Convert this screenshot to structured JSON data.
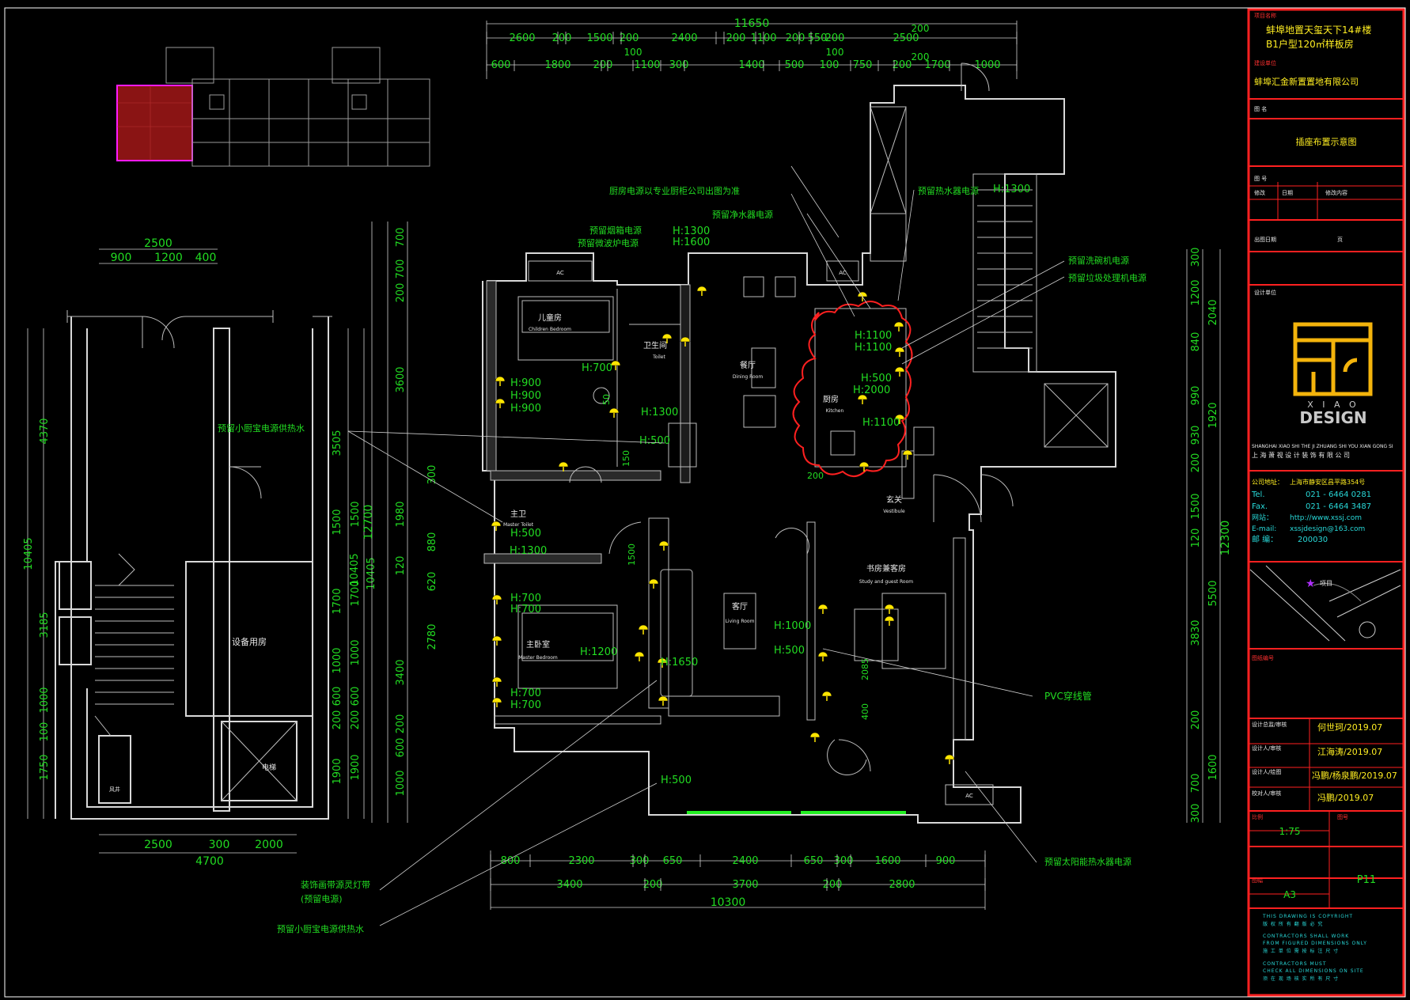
{
  "colors": {
    "background": "#000000",
    "dimension_text": "#22dd22",
    "annotation_text": "#22dd22",
    "title_block_border": "#ff2020",
    "socket_symbol": "#ffe600",
    "logo": "#f4b40c"
  },
  "title_block": {
    "project_label": "项目名称",
    "project_line1": "蚌埠地置天玺天下14#楼",
    "project_line2": "B1户型120㎡样板房",
    "client_label": "建设单位",
    "client_name": "蚌埠汇金新置置地有限公司",
    "drawing_title_label": "图  名",
    "drawing_title": "插座布置示意图",
    "sheet_info_label": "图  号",
    "revision_header1": "修改",
    "revision_header2": "日期",
    "revision_header3": "修改内容",
    "date_label": "出图日期",
    "page_label": "页",
    "designer_label": "设计单位",
    "logo_xiao": "X I A O",
    "logo_design": "DESIGN",
    "company_en": "SHANGHAI XIAO SHI THE JI ZHUANG SHI YOU XIAN GONG SI",
    "company_cn": "上 海 萧 视 设 计 装 饰 有 限 公 司",
    "address_label": "公司地址：",
    "address": "上海市静安区昌平路354号",
    "tel_label": "Tel.",
    "tel": "021 - 6464 0281",
    "fax_label": "Fax.",
    "fax": "021 - 6464 3487",
    "web_label": "网站：",
    "web": "http://www.xssj.com",
    "email_label": "E-mail:",
    "email": "xssjdesign@163.com",
    "postcode_label": "邮  编：",
    "postcode": "200030",
    "map_label": "项目",
    "legend_label": "图纸编号",
    "design_director_label": "设计总监/审核",
    "design_director": "何世珂/2019.07",
    "designer2_label": "设计人/审核",
    "designer2": "江海涛/2019.07",
    "drafter_label": "设计人/绘图",
    "drafter": "冯鹏/杨泉鹏/2019.07",
    "checker_label": "校对人/审核",
    "checker": "冯鹏/2019.07",
    "scale_label": "比例",
    "scale": "1:75",
    "sheet_no_label": "图号",
    "sheet_no": "P11",
    "size_label": "图幅",
    "size": "A3",
    "copyright_en1": "THIS DRAWING IS COPYRIGHT",
    "copyright_cn1": "版 权 所 有 翻 版 必 究",
    "copyright_en2": "CONTRACTORS SHALL WORK",
    "copyright_en3": "FROM FIGURED DIMENSIONS ONLY",
    "copyright_cn2": "施 工 单 位 需 按 标 注 尺 寸",
    "copyright_en4": "CONTRACTORS MUST",
    "copyright_en5": "CHECK ALL DIMENSIONS ON SITE",
    "copyright_cn3": "须 在 现 场 核 实 所 有 尺 寸"
  },
  "main_plan": {
    "dims_top": {
      "overall": "11650",
      "row1": [
        "2600",
        "200",
        "1500",
        "200",
        "2400",
        "200",
        "1100",
        "200",
        "550",
        "200",
        "2500"
      ],
      "row2": [
        "600",
        "1800",
        "200",
        "1100",
        "300",
        "1400",
        "500",
        "100",
        "750",
        "200",
        "1700",
        "1000"
      ],
      "extra": [
        "100",
        "200",
        "200",
        "100"
      ]
    },
    "dims_bottom": {
      "overall": "10300",
      "row1": [
        "800",
        "2300",
        "300",
        "650",
        "2400",
        "650",
        "300",
        "1600",
        "900"
      ],
      "row2": [
        "3400",
        "200",
        "3700",
        "200",
        "2800"
      ]
    },
    "dims_left": {
      "overall": "12700",
      "sub": "10405",
      "row1": [
        "700",
        "700",
        "200",
        "3600",
        "3505",
        "300",
        "1980",
        "880",
        "120",
        "620",
        "2780",
        "3400",
        "200",
        "600",
        "1000"
      ],
      "row2": [
        "1500",
        "1700",
        "1000",
        "600",
        "200",
        "1900"
      ]
    },
    "dims_right": {
      "overall": "12300",
      "row1": [
        "300",
        "1200",
        "840",
        "990",
        "930",
        "200",
        "1500",
        "120",
        "3830",
        "200",
        "700",
        "300"
      ],
      "row2": [
        "2040",
        "1920",
        "5500",
        "1600"
      ]
    },
    "rooms": {
      "children": "儿童房",
      "children_en": "Children Bedroom",
      "toilet": "卫生间",
      "toilet_en": "Toilet",
      "dining": "餐厅",
      "dining_en": "Dining Room",
      "kitchen": "厨房",
      "kitchen_en": "Kitchen",
      "master_toilet": "主卫",
      "master_toilet_en": "Master Toilet",
      "master_bedroom": "主卧室",
      "master_bedroom_en": "Master Bedroom",
      "living": "客厅",
      "living_en": "Living Room",
      "study": "书房兼客房",
      "study_en": "Study and guest Room",
      "vestibule": "玄关",
      "vestibule_en": "Vestibule",
      "ac": "AC"
    },
    "heights": [
      "H:1300",
      "H:1600",
      "H:700",
      "H:1300",
      "H:500",
      "H:900",
      "H:900",
      "H:900",
      "H:500",
      "H:1300",
      "H:700",
      "H:700",
      "H:1200",
      "H:700",
      "H:700",
      "H:1000",
      "H:500",
      "H:1650",
      "H:500",
      "H:1100",
      "H:1100",
      "H:500",
      "H:2000",
      "H:1100",
      "H:1300"
    ],
    "small_dims": [
      "50",
      "150",
      "200",
      "400",
      "2085",
      "1500",
      "200"
    ],
    "annotations": {
      "kitchen_power": "厨房电源以专业厨柜公司出图为准",
      "purifier": "预留净水器电源",
      "hood": "预留烟箱电源",
      "microwave": "预留微波炉电源",
      "water_heater": "预留热水器电源",
      "dishwasher": "预留洗碗机电源",
      "disposer": "预留垃圾处理机电源",
      "hot_water": "预留小厨宝电源供热水",
      "pvc": "PVC穿线管",
      "solar": "预留太阳能热水器电源",
      "strip1": "装饰画带源灵灯带",
      "strip2": "(预留电源)",
      "hot_water2": "预留小厨宝电源供热水"
    }
  },
  "stair_plan": {
    "dims_top": [
      "2500",
      "900",
      "1200",
      "400"
    ],
    "dims_bottom": [
      "2500",
      "300",
      "2000",
      "4700"
    ],
    "dims_left": [
      "4370",
      "3185",
      "1000",
      "100",
      "1750",
      "10405"
    ],
    "dims_right": [
      "1500",
      "1700",
      "1000",
      "600",
      "200",
      "1900",
      "10405"
    ],
    "equipment_room": "设备用房",
    "elevator": "电梯",
    "shaft": "风井"
  }
}
